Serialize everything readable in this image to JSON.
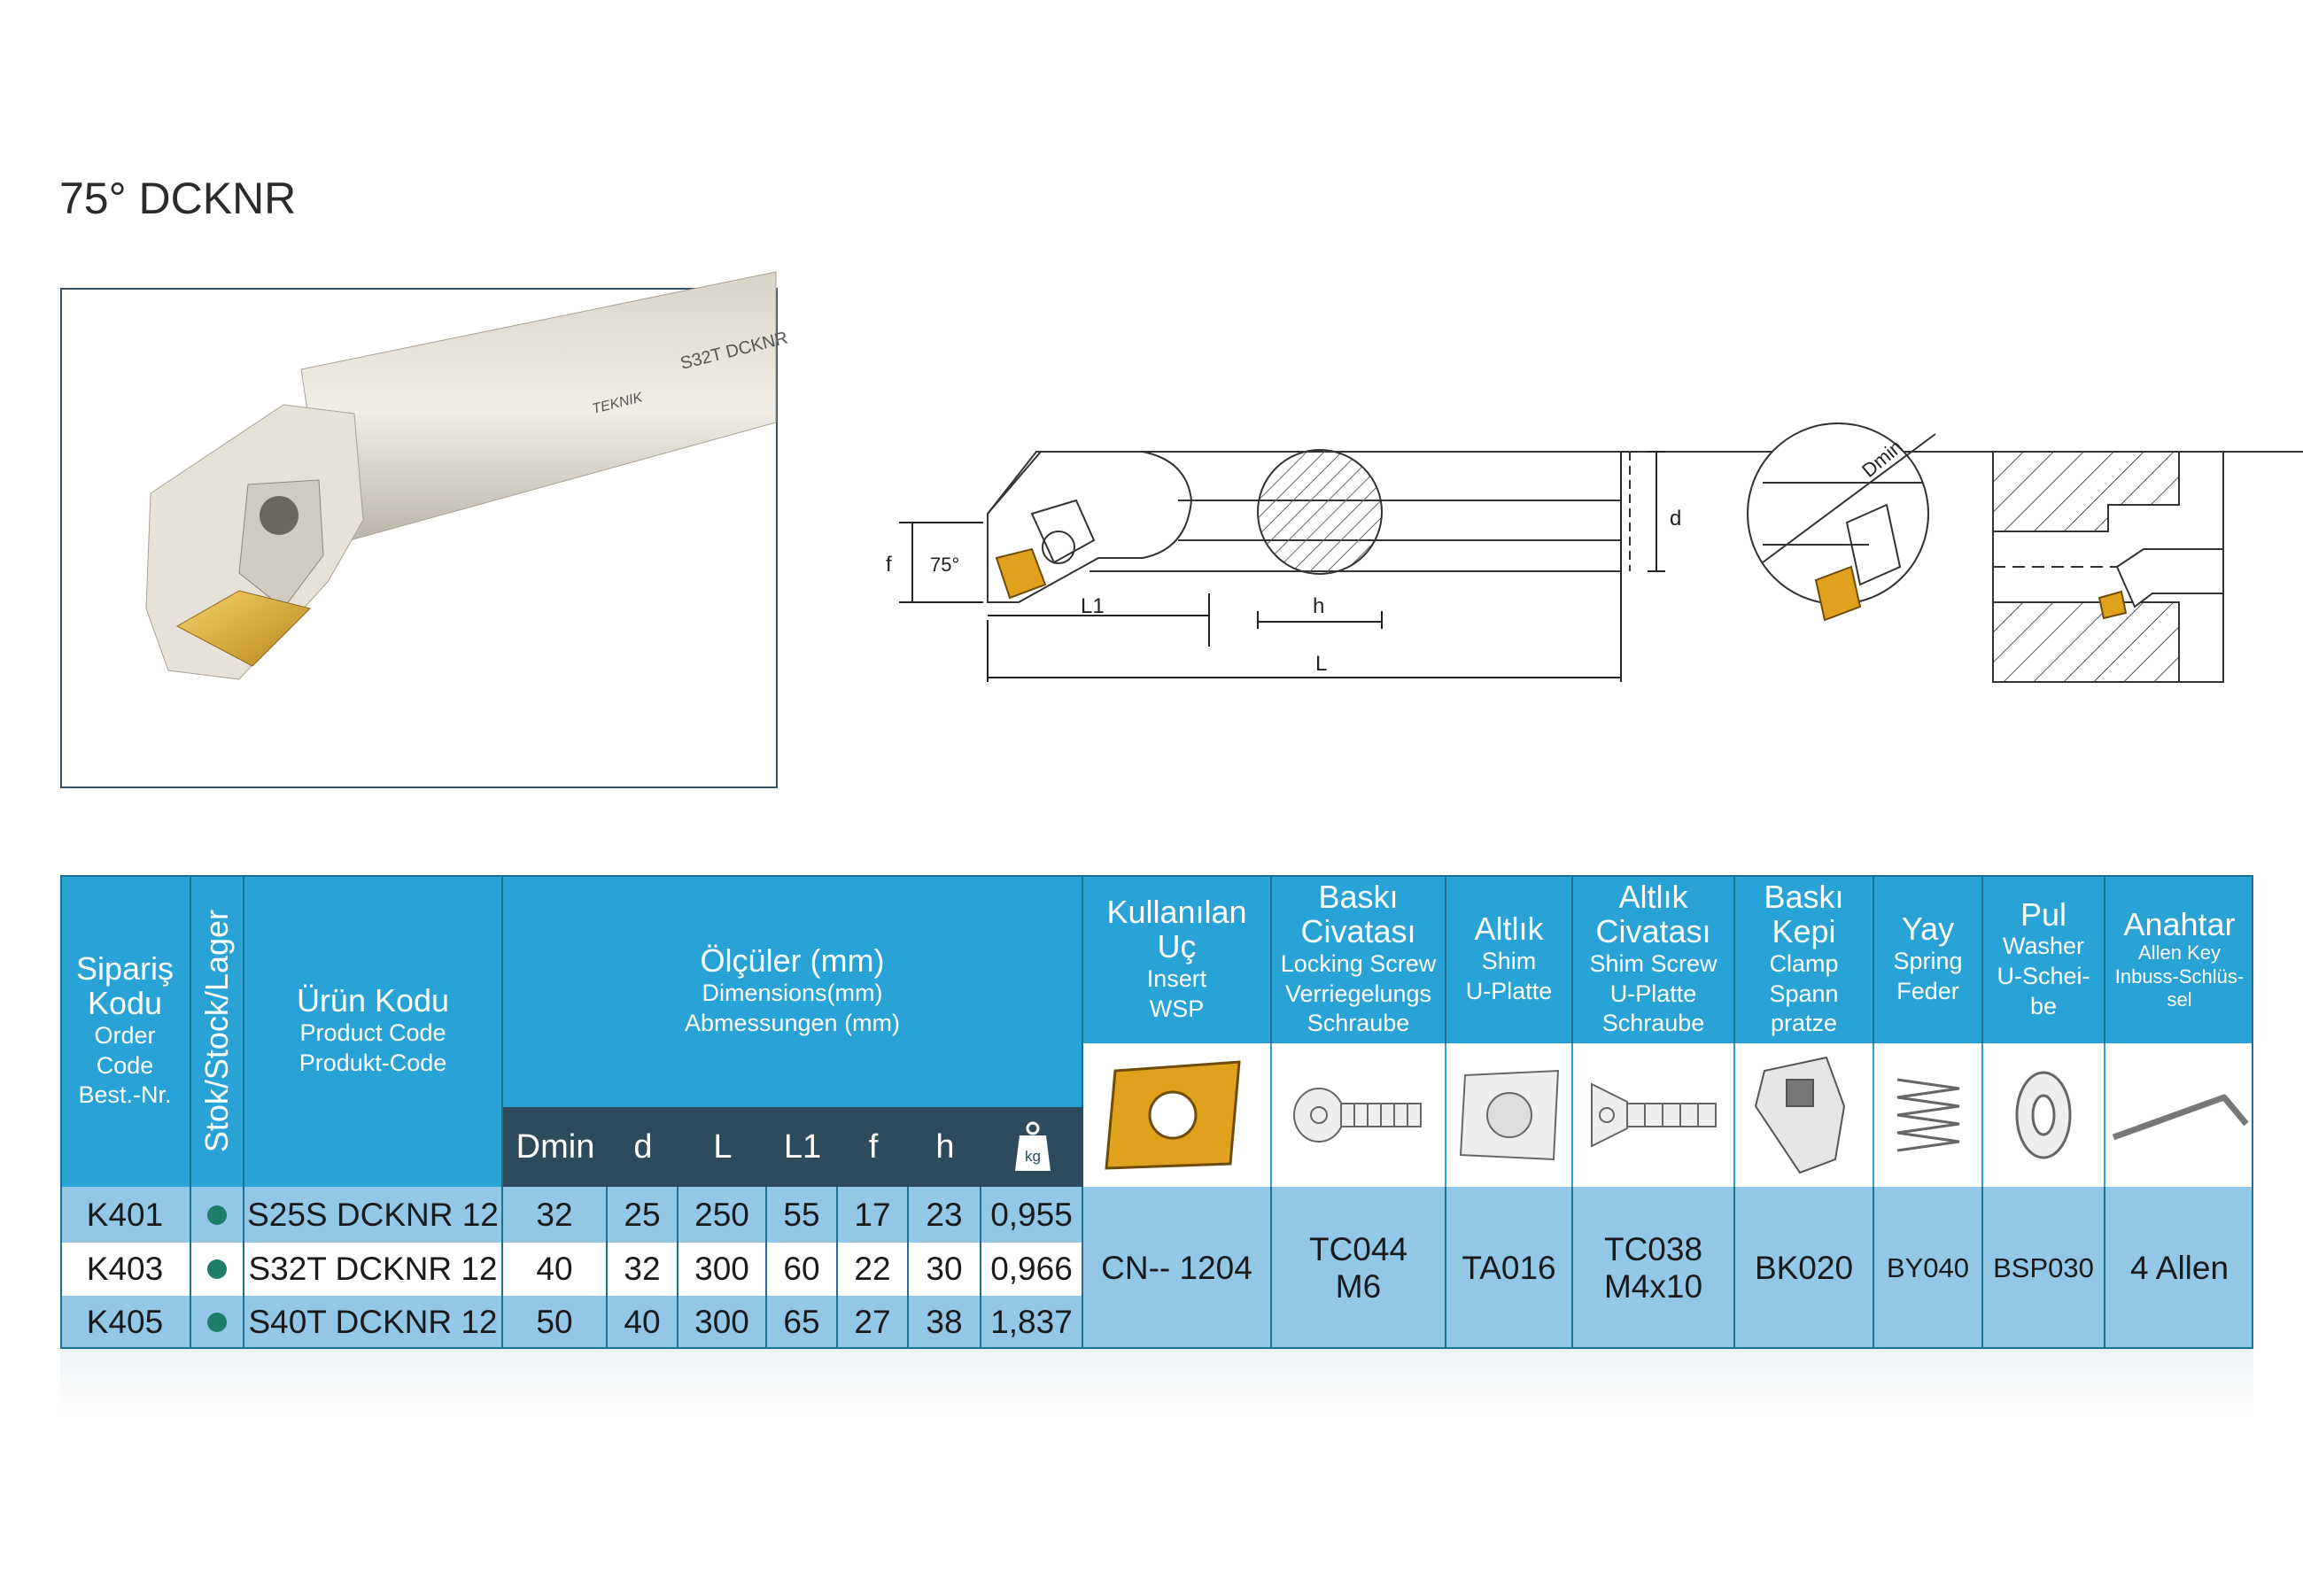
{
  "page_title": "75° DCKNR",
  "photo": {
    "marking": "S32T DCKNR",
    "brand": "TEKNIK"
  },
  "drawing_labels": {
    "f": "f",
    "angle": "75°",
    "L1": "L1",
    "h": "h",
    "L": "L",
    "d": "d",
    "Dmin": "Dmin"
  },
  "table": {
    "headers": {
      "order": {
        "tr1": "Sipariş",
        "tr2": "Kodu",
        "en": "Order",
        "en2": "Code",
        "de": "Best.-Nr."
      },
      "stock": "Stok/Stock/Lager",
      "product": {
        "tr": "Ürün Kodu",
        "en": "Product Code",
        "de": "Produkt-Code"
      },
      "dims": {
        "tr": "Ölçüler (mm)",
        "en": "Dimensions(mm)",
        "de": "Abmessungen (mm)"
      },
      "dim_cols": [
        "Dmin",
        "d",
        "L",
        "L1",
        "f",
        "h"
      ],
      "weight_icon_label": "kg",
      "parts": [
        {
          "l1": "Kullanılan",
          "l2": "Uç",
          "l3": "Insert",
          "l4": "WSP"
        },
        {
          "l1": "Baskı",
          "l2": "Civatası",
          "l3": "Locking Screw",
          "l4": "Verriegelungs",
          "l5": "Schraube"
        },
        {
          "l1": "Altlık",
          "l2": "Shim",
          "l3": "U-Platte"
        },
        {
          "l1": "Altlık",
          "l2": "Civatası",
          "l3": "Shim Screw",
          "l4": "U-Platte",
          "l5": "Schraube"
        },
        {
          "l1": "Baskı",
          "l2": "Kepi",
          "l3": "Clamp",
          "l4": "Spann",
          "l5": "pratze"
        },
        {
          "l1": "Yay",
          "l2": "Spring",
          "l3": "Feder"
        },
        {
          "l1": "Pul",
          "l2": "Washer",
          "l3": "U-Schei-",
          "l4": "be"
        },
        {
          "l1": "Anahtar",
          "l2": "Allen Key",
          "l3": "Inbuss-Schlüs-",
          "l4": "sel"
        }
      ]
    },
    "rows": [
      {
        "order": "K401",
        "product": "S25S DCKNR 12",
        "dims": [
          "32",
          "25",
          "250",
          "55",
          "17",
          "23"
        ],
        "weight": "0,955"
      },
      {
        "order": "K403",
        "product": "S32T DCKNR 12",
        "dims": [
          "40",
          "32",
          "300",
          "60",
          "22",
          "30"
        ],
        "weight": "0,966"
      },
      {
        "order": "K405",
        "product": "S40T DCKNR 12",
        "dims": [
          "50",
          "40",
          "300",
          "65",
          "27",
          "38"
        ],
        "weight": "1,837"
      }
    ],
    "parts_values": {
      "insert": "CN-- 1204",
      "locking_screw_1": "TC044",
      "locking_screw_2": "M6",
      "shim": "TA016",
      "shim_screw_1": "TC038",
      "shim_screw_2": "M4x10",
      "clamp": "BK020",
      "spring": "BY040",
      "washer": "BSP030",
      "allen_key": "4 Allen"
    },
    "colors": {
      "header": "#29a3d6",
      "dark": "#2d4b5d",
      "row_light": "#92c7e6",
      "row_white": "#ffffff",
      "stock_dot": "#1f7d6b",
      "insert": "#e0a21c"
    }
  }
}
